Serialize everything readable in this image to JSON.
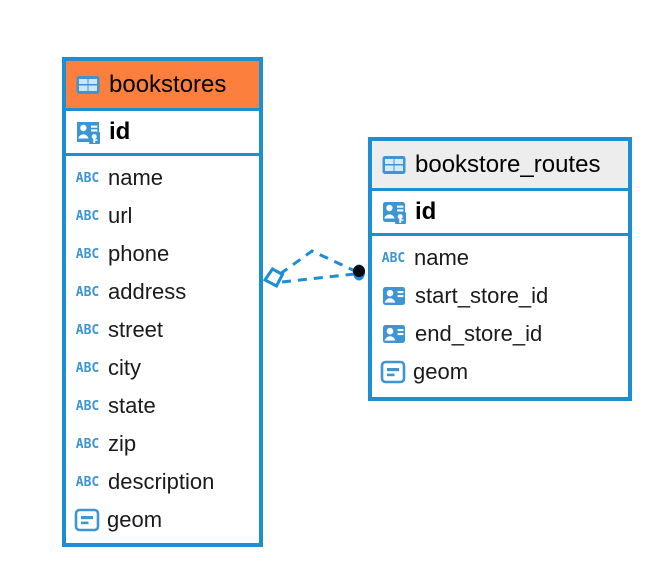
{
  "diagram": {
    "type": "entity-relationship-diagram",
    "background": "#ffffff",
    "accent_blue": "#1b8fd2",
    "header_orange": "#fd7f3d",
    "header_gray": "#ededed",
    "entities": [
      {
        "id": "bookstores",
        "name": "bookstores",
        "header_color": "#fd7f3d",
        "primary_key": {
          "name": "id",
          "icon": "primary-key-icon"
        },
        "fields": [
          {
            "name": "name",
            "icon": "abc-text-icon"
          },
          {
            "name": "url",
            "icon": "abc-text-icon"
          },
          {
            "name": "phone",
            "icon": "abc-text-icon"
          },
          {
            "name": "address",
            "icon": "abc-text-icon"
          },
          {
            "name": "street",
            "icon": "abc-text-icon"
          },
          {
            "name": "city",
            "icon": "abc-text-icon"
          },
          {
            "name": "state",
            "icon": "abc-text-icon"
          },
          {
            "name": "zip",
            "icon": "abc-text-icon"
          },
          {
            "name": "description",
            "icon": "abc-text-icon"
          },
          {
            "name": "geom",
            "icon": "geometry-icon"
          }
        ]
      },
      {
        "id": "bookstore_routes",
        "name": "bookstore_routes",
        "header_color": "#ededed",
        "primary_key": {
          "name": "id",
          "icon": "primary-key-icon"
        },
        "fields": [
          {
            "name": "name",
            "icon": "abc-text-icon"
          },
          {
            "name": "start_store_id",
            "icon": "foreign-key-icon"
          },
          {
            "name": "end_store_id",
            "icon": "foreign-key-icon"
          },
          {
            "name": "geom",
            "icon": "geometry-icon"
          }
        ]
      }
    ],
    "relationship": {
      "from": "bookstores",
      "to": "bookstore_routes",
      "line_style": "dashed",
      "line_color": "#1b8fd2",
      "source_marker": "diamond-outline",
      "target_marker": "filled-circle"
    }
  }
}
